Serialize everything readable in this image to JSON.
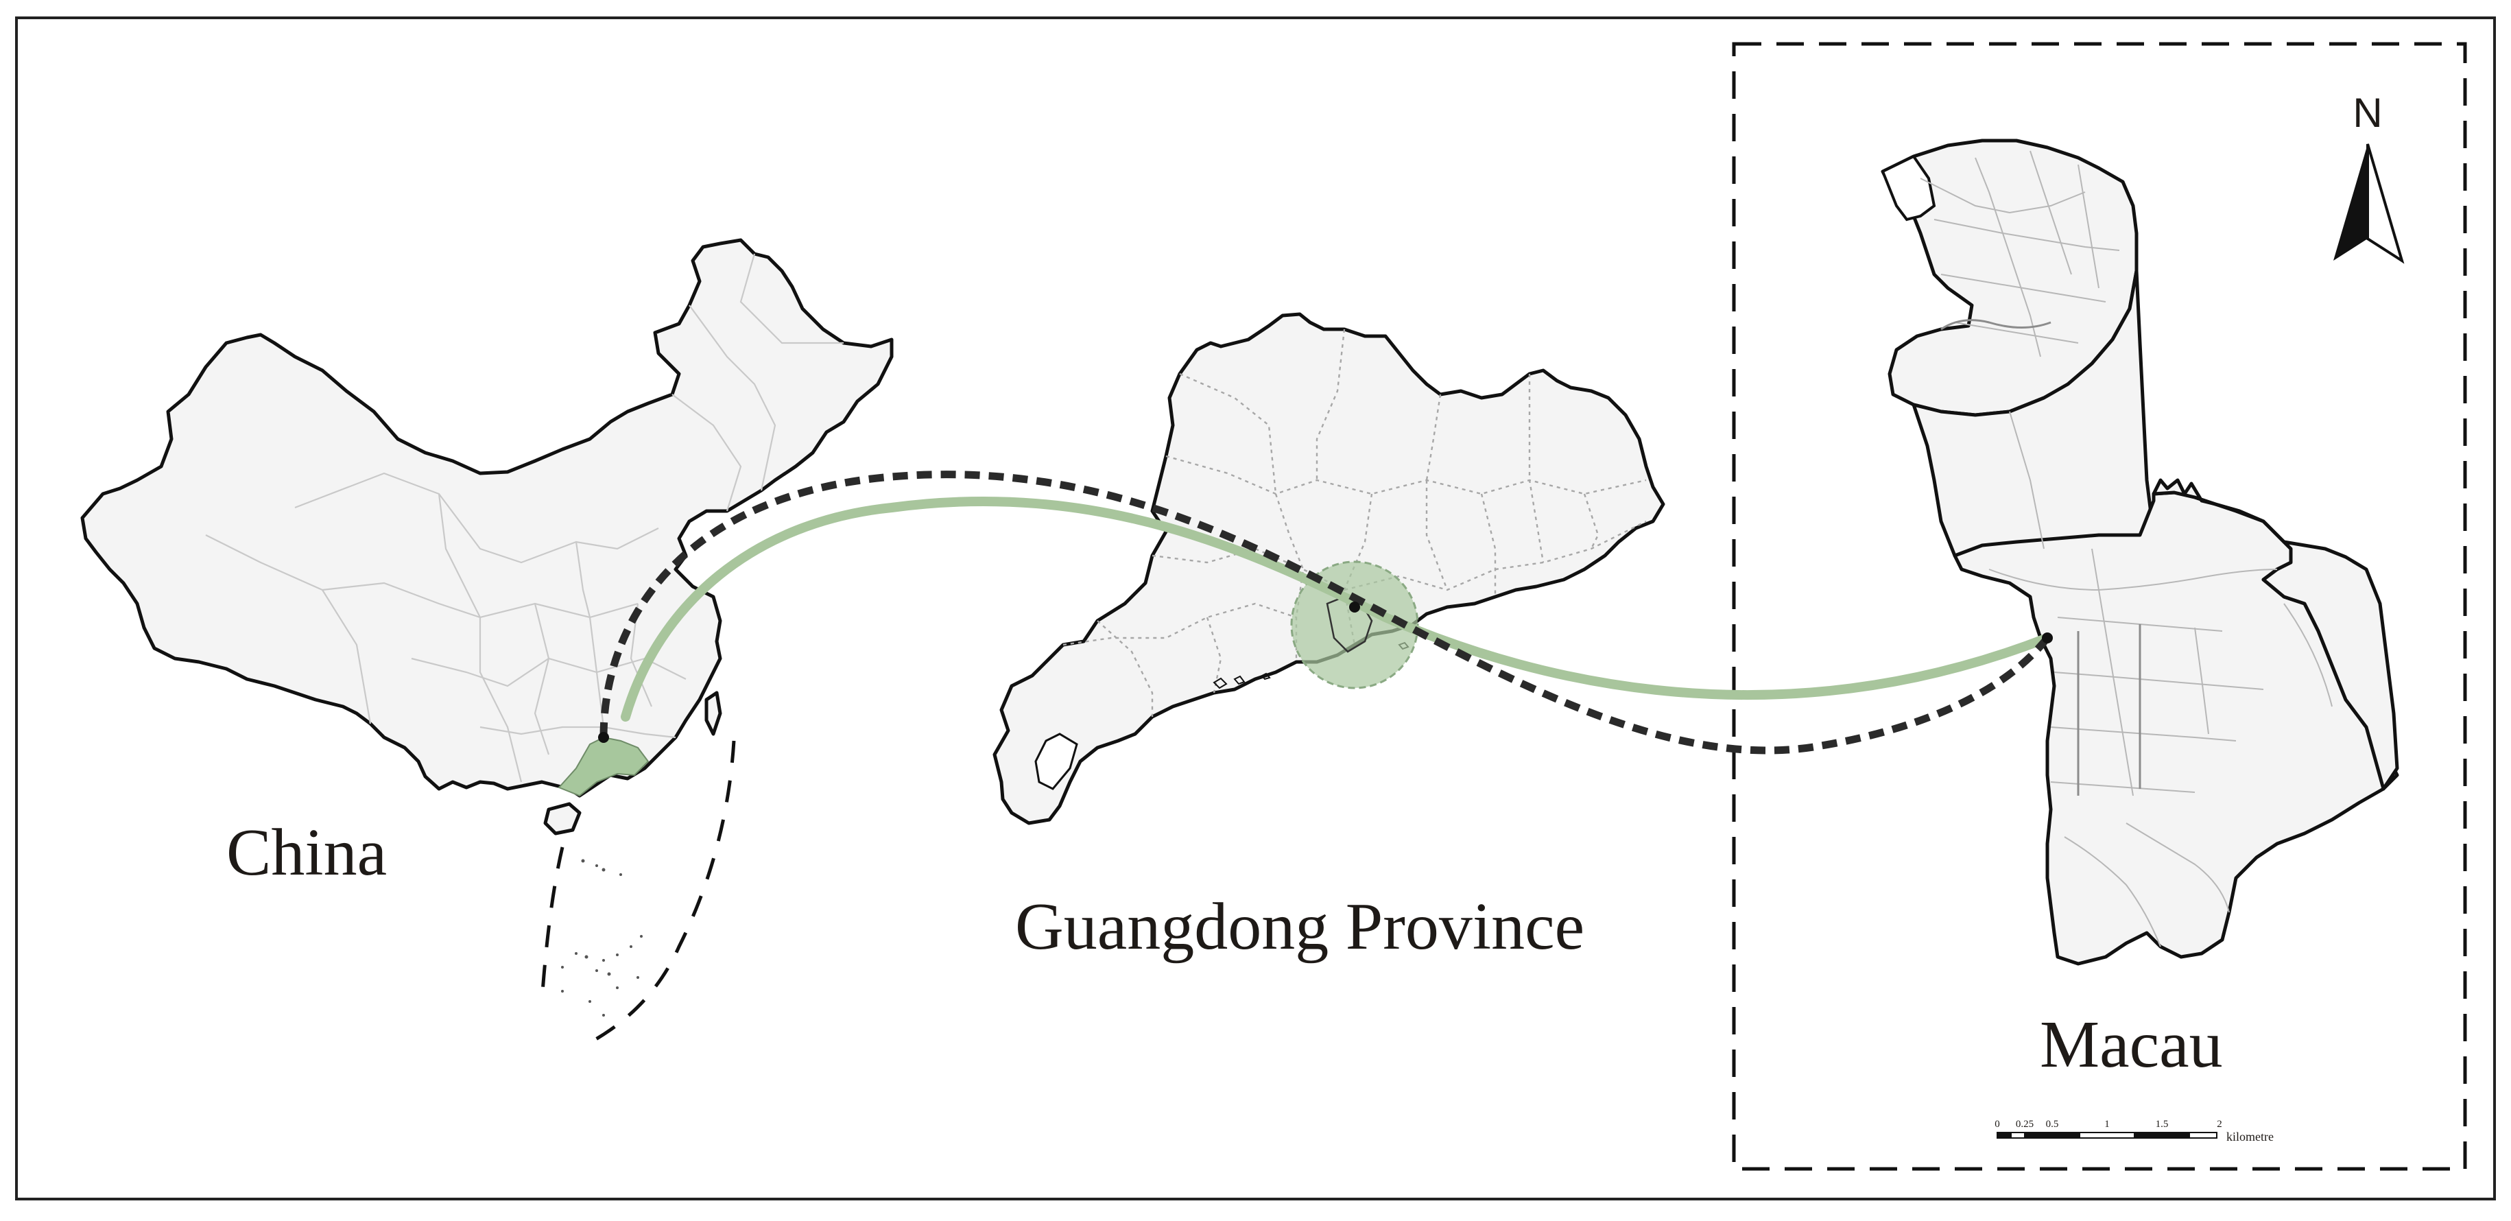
{
  "labels": {
    "china": "China",
    "guangdong": "Guangdong Province",
    "macau": "Macau"
  },
  "north_arrow": {
    "letter": "N"
  },
  "scale_bar": {
    "ticks": [
      "0",
      "0.25",
      "0.5",
      "1",
      "1.5",
      "2"
    ],
    "unit": "kilometre"
  },
  "colors": {
    "highlight_green": "#a7c79d",
    "highlight_green_fill": "#a9c7a0",
    "route_line": "#a8c59c",
    "dashed_route": "#2a2a2a",
    "outline": "#111111",
    "land_fill": "#f4f4f4"
  }
}
